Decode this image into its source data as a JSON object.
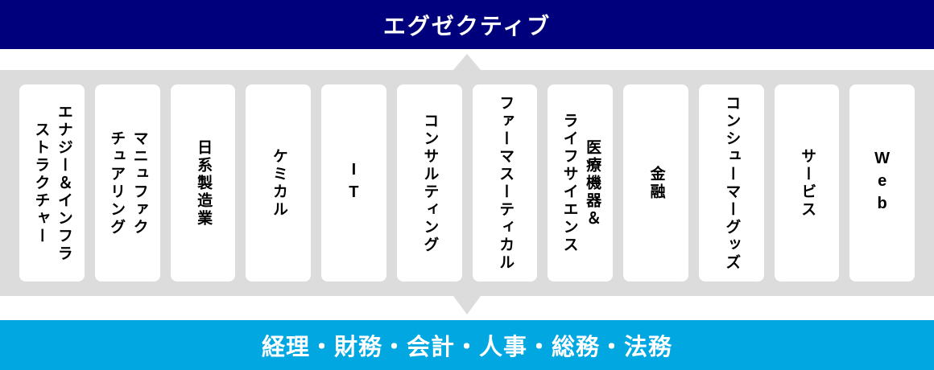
{
  "colors": {
    "navy": "#00007d",
    "blue": "#00a7e1",
    "gray": "#dcdcdc",
    "column_background": "#ffffff"
  },
  "top_bar": {
    "label": "エグゼクティブ"
  },
  "bottom_bar": {
    "label": "経理・財務・会計・人事・総務・法務"
  },
  "industries": [
    {
      "label": "エナジー＆インフラ\nストラクチャー"
    },
    {
      "label": "マニュファク\nチュアリング"
    },
    {
      "label": "日系製造業"
    },
    {
      "label": "ケミカル"
    },
    {
      "label": "IT"
    },
    {
      "label": "コンサルティング"
    },
    {
      "label": "ファーマスーティカル"
    },
    {
      "label": "医療機器＆\nライフサイエンス"
    },
    {
      "label": "金融"
    },
    {
      "label": "コンシューマーグッズ"
    },
    {
      "label": "サービス"
    },
    {
      "label": "Web"
    }
  ]
}
